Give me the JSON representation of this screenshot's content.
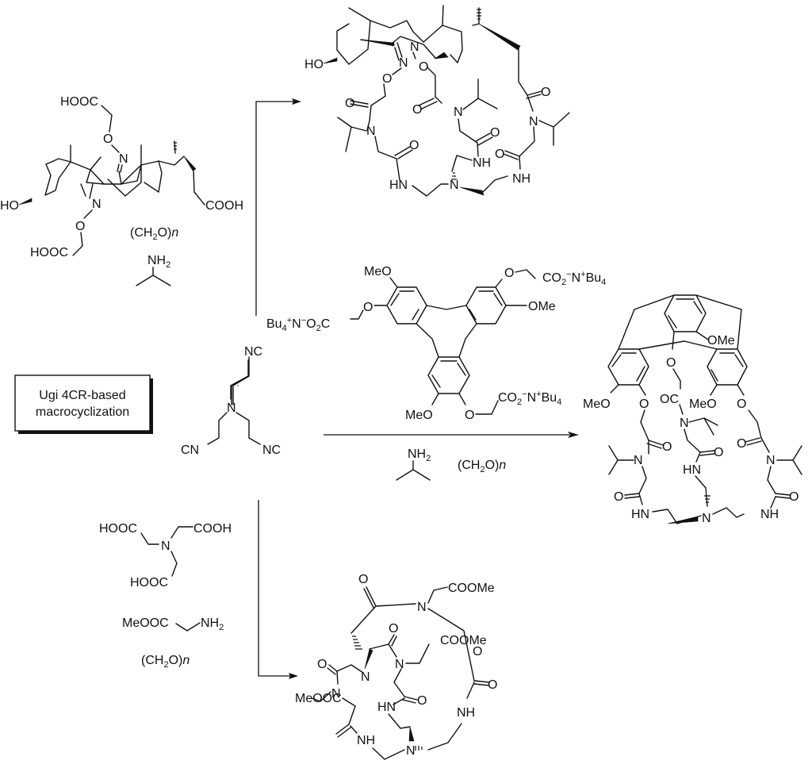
{
  "scheme": {
    "title_box": {
      "line1": "Ugi 4CR-based",
      "line2": "macrocyclization"
    },
    "central_reagent": {
      "name": "tris(2-isocyanoethyl)amine",
      "labels": {
        "nc_top": "NC",
        "n_center": "N",
        "cn_left": "CN",
        "nc_right": "NC"
      }
    },
    "route_top": {
      "acid_reagent": {
        "label_hooc_top": "HOOC",
        "label_hooc_bottom": "HOOC",
        "label_cooh": "COOH",
        "label_ho": "HO",
        "label_o1": "O",
        "label_n1": "N",
        "label_o2": "O",
        "label_n2": "N"
      },
      "aldehyde": {
        "base": "(CH",
        "sub": "2",
        "end": "O)",
        "italic": "n"
      },
      "amine": {
        "label": "NH",
        "sub": "2"
      },
      "product_labels": {
        "ho": "HO",
        "n_oxime1": "N",
        "n_oxime2": "N",
        "o1": "O",
        "o2": "O",
        "carbonyl_o": [
          "O",
          "O",
          "O",
          "O",
          "O",
          "O"
        ],
        "amide_n": [
          "N",
          "N",
          "N"
        ],
        "nh": [
          "HN",
          "NH",
          "NH"
        ],
        "central_n": "N"
      }
    },
    "route_middle": {
      "acid_reagent": {
        "meo_top": "MeO",
        "ome_right": "OMe",
        "meo_bottom": "MeO",
        "o_left": "O",
        "o_right": "O",
        "o_bottom": "O",
        "salt_left": {
          "pre": "Bu",
          "sub1": "4",
          "sup1": "+",
          "mid": "N",
          "sup2": "−",
          "o": "O",
          "sub2": "2",
          "c": "C"
        },
        "salt_right": {
          "pre": "CO",
          "sub1": "2",
          "sup1": "−",
          "mid": "N",
          "sup2": "+",
          "end": "Bu",
          "sub2": "4"
        },
        "salt_bottom": {
          "pre": "CO",
          "sub1": "2",
          "sup1": "−",
          "mid": "N",
          "sup2": "+",
          "end": "Bu",
          "sub2": "4"
        }
      },
      "amine": {
        "label": "NH",
        "sub": "2"
      },
      "aldehyde": {
        "base": "(CH",
        "sub": "2",
        "end": "O)",
        "italic": "n"
      },
      "product_labels": {
        "ome": "OMe",
        "meo_left": "MeO",
        "meo_mid": "MeO",
        "o_left": "O",
        "o_center": "O",
        "o_right": "O",
        "oc": "OC",
        "amide_n": [
          "N",
          "N",
          "N"
        ],
        "carbonyl_o": [
          "O",
          "O",
          "O",
          "O",
          "O"
        ],
        "nh": [
          "HN",
          "HN",
          "NH"
        ],
        "central_n": "N"
      }
    },
    "route_bottom": {
      "acid_reagent": {
        "hooc_left": "HOOC",
        "cooh_right": "COOH",
        "hooc_bottom": "HOOC",
        "n": "N"
      },
      "amine": {
        "pre": "MeOOC",
        "nh": "NH",
        "sub": "2"
      },
      "aldehyde": {
        "base": "(CH",
        "sub": "2",
        "end": "O)",
        "italic": "n"
      },
      "product_labels": {
        "coome_top": "COOMe",
        "coome_mid": "COOMe",
        "meooc": "MeOOC",
        "amide_n": [
          "N",
          "N",
          "N"
        ],
        "carbonyl_o": [
          "O",
          "O",
          "O",
          "O",
          "O",
          "O"
        ],
        "central_n": [
          "N",
          "N"
        ],
        "nh": [
          "HN",
          "NH",
          "NH"
        ]
      }
    }
  }
}
